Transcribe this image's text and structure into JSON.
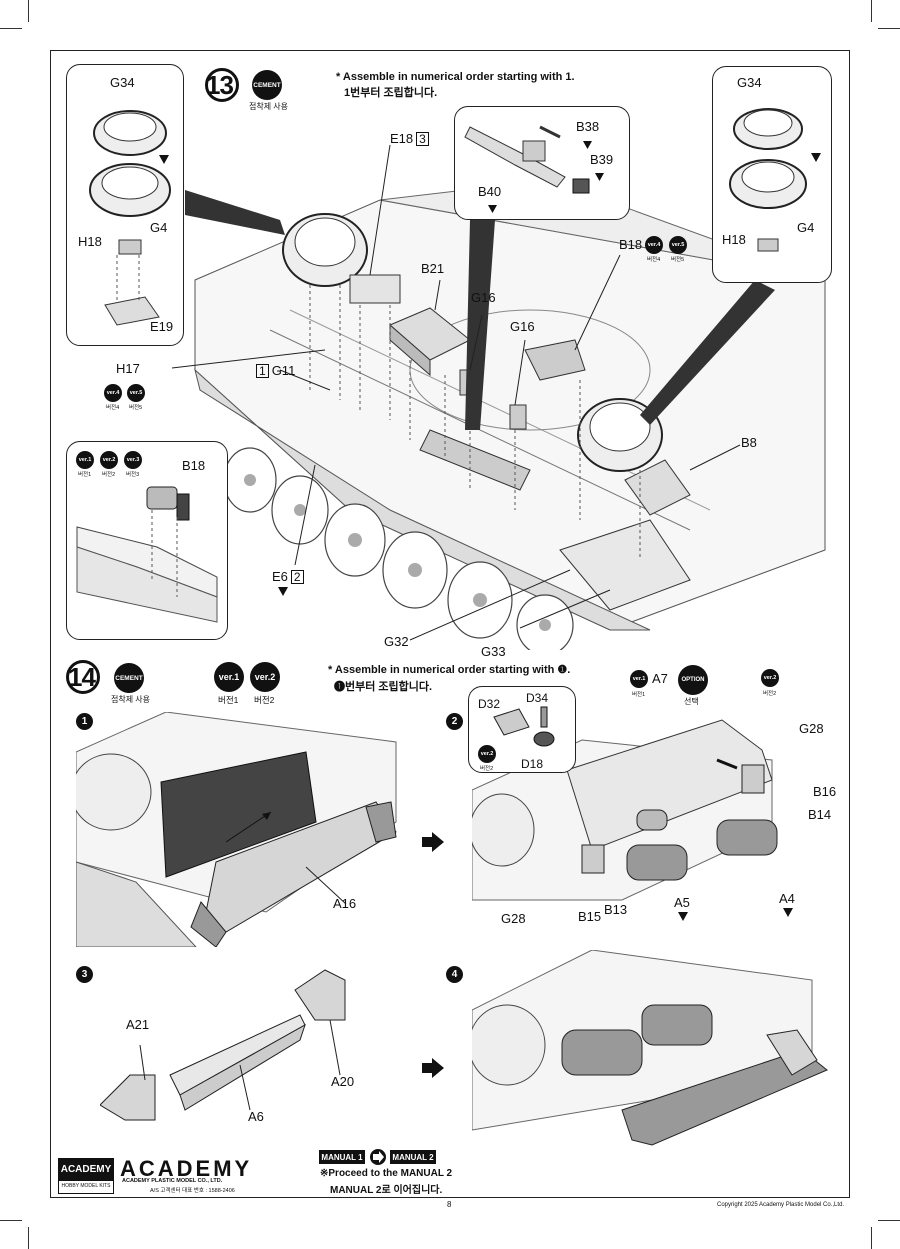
{
  "step13": {
    "number": "13",
    "cement": "CEMENT",
    "cement_kr": "접착제 사용",
    "note_en": "* Assemble in numerical order starting with 1.",
    "note_kr": "1번부터 조립합니다.",
    "labels": {
      "g34_l": "G34",
      "h18_l": "H18",
      "g4_l": "G4",
      "e19": "E19",
      "g34_r": "G34",
      "h18_r": "H18",
      "g4_r": "G4",
      "e18": "E18",
      "e18_box": "3",
      "b38": "B38",
      "b39": "B39",
      "b40": "B40",
      "b18_top": "B18",
      "b21": "B21",
      "g16_a": "G16",
      "g16_b": "G16",
      "h17": "H17",
      "g11": "G11",
      "g11_box": "1",
      "b8": "B8",
      "b18_inset": "B18",
      "e6": "E6",
      "e6_box": "2",
      "g32": "G32",
      "g33": "G33"
    },
    "ver_top": [
      {
        "label": "ver.4",
        "cap": "버전4"
      },
      {
        "label": "ver.5",
        "cap": "버전5"
      }
    ],
    "ver_h17": [
      {
        "label": "ver.4",
        "cap": "버전4"
      },
      {
        "label": "ver.5",
        "cap": "버전5"
      }
    ],
    "ver_inset": [
      {
        "label": "ver.1",
        "cap": "버전1"
      },
      {
        "label": "ver.2",
        "cap": "버전2"
      },
      {
        "label": "ver.3",
        "cap": "버전3"
      }
    ]
  },
  "step14": {
    "number": "14",
    "cement": "CEMENT",
    "cement_kr": "접착제 사용",
    "ver": [
      {
        "label": "ver.1",
        "cap": "버전1"
      },
      {
        "label": "ver.2",
        "cap": "버전2"
      }
    ],
    "note_en": "* Assemble in numerical order starting with ❶.",
    "note_kr": "❶번부터 조립합니다.",
    "sub1": {
      "num": "1",
      "labels": {
        "a16": "A16"
      }
    },
    "sub2": {
      "num": "2",
      "ver1": {
        "label": "ver.1",
        "cap": "버전1"
      },
      "option": {
        "label": "OPTION",
        "cap": "선택"
      },
      "ver2": {
        "label": "ver.2",
        "cap": "버전2"
      },
      "inset_ver2": {
        "label": "ver.2",
        "cap": "버전2"
      },
      "labels": {
        "d32": "D32",
        "d34": "D34",
        "d18": "D18",
        "a7": "A7",
        "g28_r": "G28",
        "b16": "B16",
        "b14": "B14",
        "a4": "A4",
        "a5": "A5",
        "b13": "B13",
        "b15": "B15",
        "g28_l": "G28"
      }
    },
    "sub3": {
      "num": "3",
      "labels": {
        "a21": "A21",
        "a6": "A6",
        "a20": "A20"
      }
    },
    "sub4": {
      "num": "4"
    }
  },
  "footer": {
    "badge_top": "ACADEMY",
    "badge_bottom": "HOBBY MODEL KITS",
    "brand": "ACADEMY",
    "company": "ACADEMY PLASTIC MODEL CO., LTD.",
    "cs": "A/S 고객센터 대표 번호 : 1588-2406",
    "manual1": "MANUAL 1",
    "manual2": "MANUAL 2",
    "proceed_en": "※Proceed to the MANUAL 2",
    "proceed_kr": "MANUAL 2로 이어집니다.",
    "page": "8",
    "copyright": "Copyright 2025 Academy Plastic Model Co.,Ltd."
  }
}
